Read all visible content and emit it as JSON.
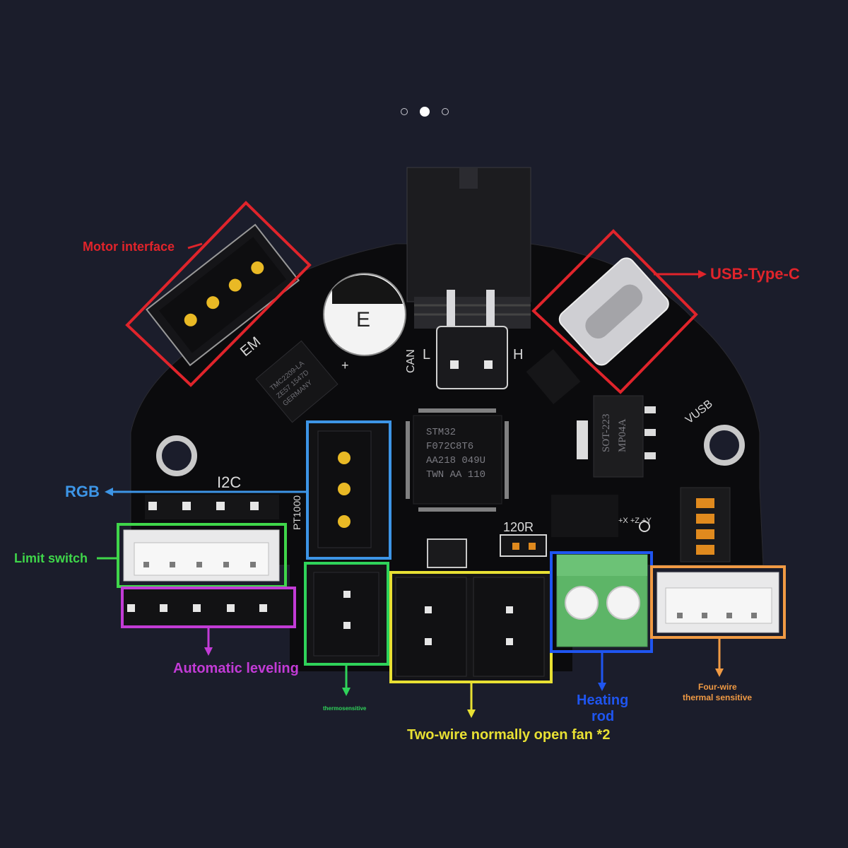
{
  "carousel": {
    "count": 3,
    "active_index": 1
  },
  "labels": {
    "motor": "Motor interface",
    "usb": "USB-Type-C",
    "rgb": "RGB",
    "limit": "Limit switch",
    "leveling": "Automatic leveling",
    "thermo": "thermosensitive",
    "fan": "Two-wire normally open fan *2",
    "heating_line1": "Heating",
    "heating_line2": "rod",
    "fourwire_line1": "Four-wire",
    "fourwire_line2": "thermal sensitive"
  },
  "silkscreen": {
    "can": "CAN",
    "can_l": "L",
    "can_h": "H",
    "i2c": "I2C",
    "pt1000": "PT1000",
    "r120": "120R",
    "vusb": "VUSB",
    "em": "EM",
    "plus": "+",
    "mcu_lines": [
      "STM32",
      "F072C8T6",
      "AA218 049U",
      "TWN AA 110"
    ],
    "driver_lines": [
      "TMC2209-LA",
      "ZE57 1547D",
      "GERMANY"
    ],
    "regulator_lines": [
      "SOT-223",
      "MP04A"
    ],
    "cap": "E",
    "axes": "+X +Z +Y"
  },
  "colors": {
    "background": "#1b1d2b",
    "board": "#0b0b0d",
    "motor": "#e0242b",
    "usb": "#e0242b",
    "rgb": "#3d95e6",
    "limit": "#3fd64a",
    "leveling": "#c23bd6",
    "thermo": "#2fd35a",
    "fan": "#e8e033",
    "heating": "#1f55f0",
    "fourwire": "#f09a44",
    "terminal_green": "#5db567"
  }
}
